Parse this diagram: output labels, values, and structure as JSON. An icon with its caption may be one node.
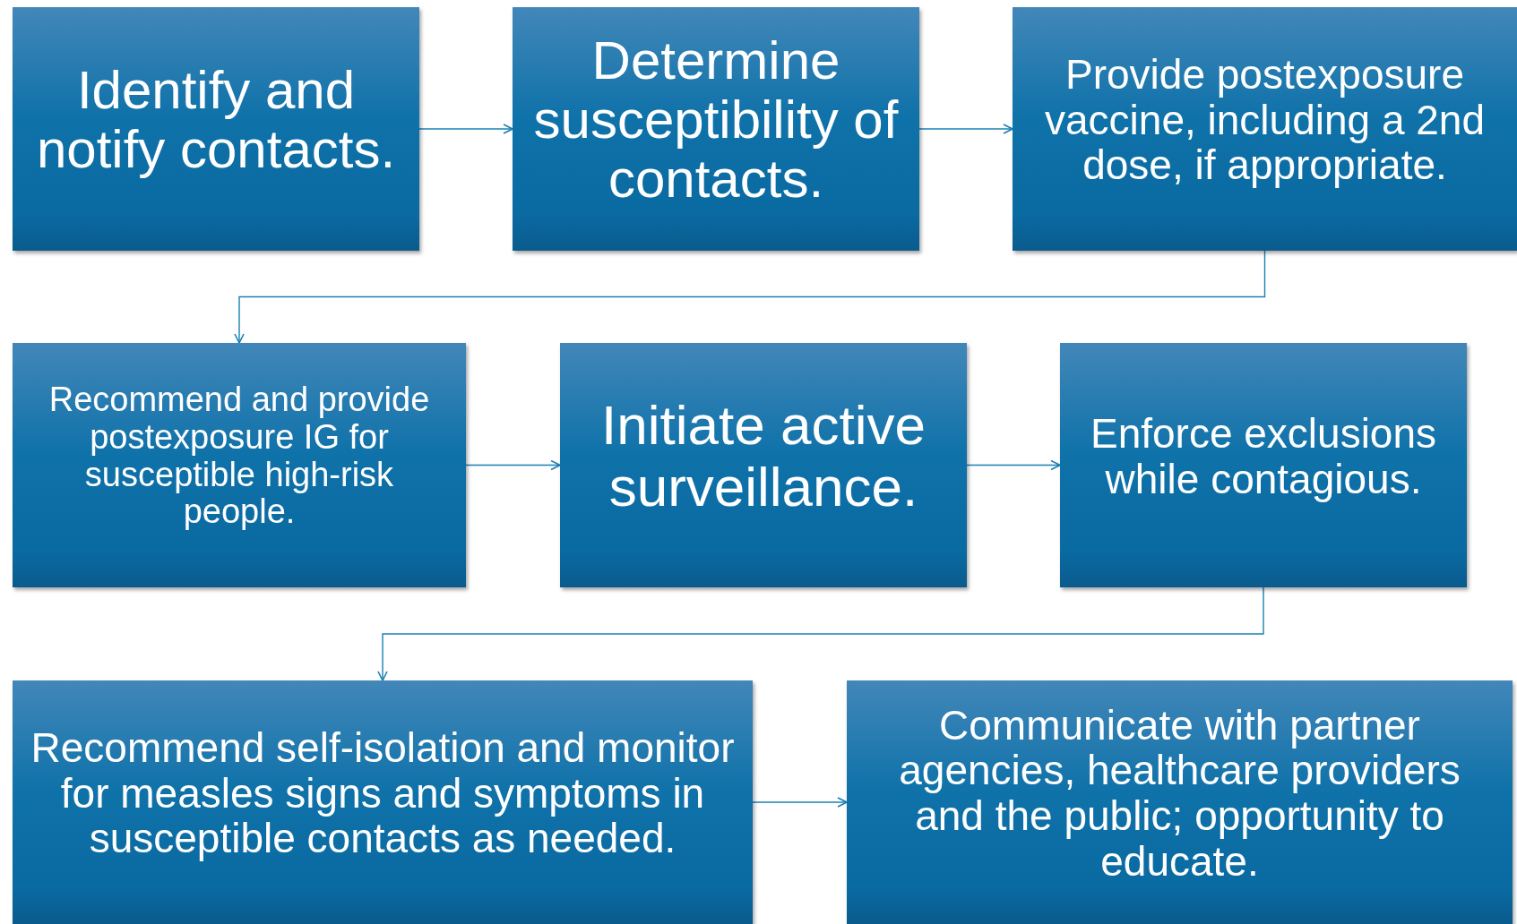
{
  "diagram": {
    "nodes": [
      {
        "text": [
          "Identify and notify contacts."
        ]
      },
      {
        "text": [
          "Determine susceptibility of contacts."
        ]
      },
      {
        "text": [
          "Provide postexposure vaccine, including a 2nd dose, if appropriate."
        ]
      },
      {
        "text": [
          "Recommend and provide postexposure IG for susceptible high-risk people."
        ]
      },
      {
        "text": [
          "Initiate active surveillance."
        ]
      },
      {
        "text": [
          "Enforce exclusions while contagious."
        ]
      },
      {
        "text": [
          "Recommend self-isolation and monitor for measles signs and symptoms in susceptible contacts as needed."
        ]
      },
      {
        "text": [
          "Communicate with partner agencies, healthcare providers and the public; opportunity to educate."
        ]
      }
    ],
    "edges": [
      {
        "from": 0,
        "to": 1,
        "arrow": "to"
      },
      {
        "from": 1,
        "to": 2,
        "arrow": "to"
      },
      {
        "from": 2,
        "to": 3,
        "arrow": "to"
      },
      {
        "from": 3,
        "to": 4,
        "arrow": "to"
      },
      {
        "from": 4,
        "to": 5,
        "arrow": "to"
      },
      {
        "from": 5,
        "to": 6,
        "arrow": "to"
      },
      {
        "from": 6,
        "to": 7,
        "arrow": "to"
      }
    ]
  }
}
